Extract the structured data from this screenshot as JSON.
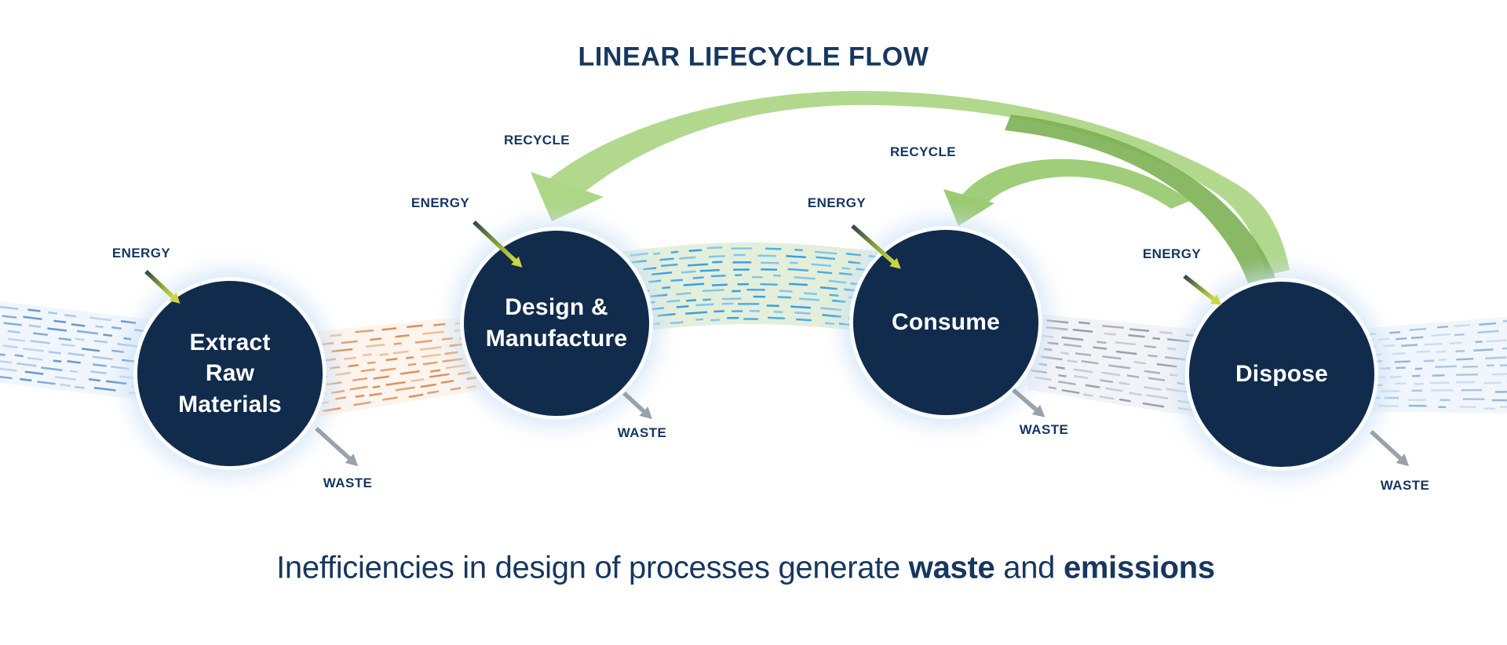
{
  "title": "LINEAR LIFECYCLE FLOW",
  "caption": {
    "prefix": "Inefficiencies in design of processes generate ",
    "bold_word_1": "waste",
    "connector": " and ",
    "bold_word_2": "emissions"
  },
  "labels": {
    "energy": "ENERGY",
    "waste": "WASTE",
    "recycle": "RECYCLE"
  },
  "nodes": [
    {
      "id": "extract-raw-materials",
      "label": "Extract\nRaw\nMaterials"
    },
    {
      "id": "design-manufacture",
      "label": "Design &\nManufacture"
    },
    {
      "id": "consume",
      "label": "Consume"
    },
    {
      "id": "dispose",
      "label": "Dispose"
    }
  ],
  "colors": {
    "background": "#ffffff",
    "title_navy": "#17375e",
    "label_navy": "#16365f",
    "circle_navy": "#112b4c",
    "circle_text": "#ffffff",
    "recycle_green_light": "#aed687",
    "recycle_green_mid": "#9bca72",
    "recycle_green_dark": "#7cb154",
    "energy_arrow_dark": "#2e4750",
    "energy_arrow_light": "#ccd63f",
    "waste_gray": "#99a1ab",
    "band_blue": "#7ea9d6",
    "band_orange": "#e29d6d",
    "band_cyan": "#45a8e8",
    "band_gray": "#a9aeb9",
    "band_lightblue": "#a6c5e4"
  }
}
